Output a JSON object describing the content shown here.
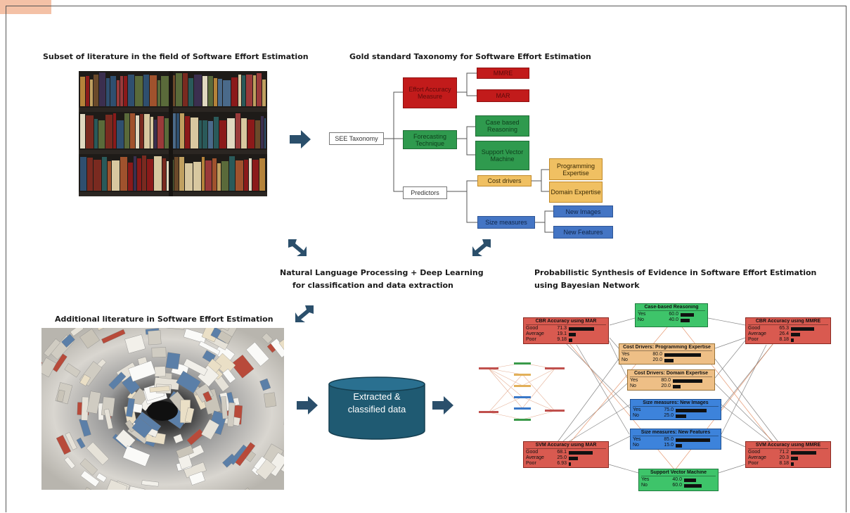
{
  "headings": {
    "subset": "Subset of literature in the field of Software Effort Estimation",
    "gold": "Gold standard Taxonomy for Software Effort Estimation",
    "nlp_line1": "Natural Language Processing + Deep Learning",
    "nlp_line2": "for classification and data extraction",
    "prob_line1": "Probabilistic Synthesis of Evidence in Software Effort Estimation",
    "prob_line2": "using Bayesian Network",
    "additional": "Additional literature in Software Effort Estimation"
  },
  "taxonomy": {
    "root": "SEE Taxonomy",
    "effort": "Effort Accuracy Measure",
    "mmre": "MMRE",
    "mar": "MAR",
    "forecasting": "Forecasting Technique",
    "cbr": "Case based Reasoning",
    "svm": "Support Vector Machine",
    "predictors": "Predictors",
    "cost_drivers": "Cost drivers",
    "programming": "Programming Expertise",
    "domain": "Domain Expertise",
    "size_measures": "Size measures",
    "new_images": "New Images",
    "new_features": "New Features"
  },
  "database": {
    "line1": "Extracted &",
    "line2": "classified data"
  },
  "bayes": {
    "cbr_mar": {
      "title": "CBR Accuracy using MAR",
      "rows": [
        {
          "label": "Good",
          "value": "71.3",
          "frac": 0.713
        },
        {
          "label": "Average",
          "value": "19.1",
          "frac": 0.191
        },
        {
          "label": "Poor",
          "value": "9.18",
          "frac": 0.0918
        }
      ]
    },
    "cbr_node": {
      "title": "Case-based Reasoning",
      "rows": [
        {
          "label": "Yes",
          "value": "60.0",
          "frac": 0.6
        },
        {
          "label": "No",
          "value": "40.0",
          "frac": 0.4
        }
      ]
    },
    "cbr_mmre": {
      "title": "CBR Accuracy using MMRE",
      "rows": [
        {
          "label": "Good",
          "value": "65.3",
          "frac": 0.653
        },
        {
          "label": "Average",
          "value": "26.4",
          "frac": 0.264
        },
        {
          "label": "Poor",
          "value": "8.18",
          "frac": 0.0818
        }
      ]
    },
    "cost_prog": {
      "title": "Cost Drivers: Programming Expertise",
      "rows": [
        {
          "label": "Yes",
          "value": "80.0",
          "frac": 0.8
        },
        {
          "label": "No",
          "value": "20.0",
          "frac": 0.2
        }
      ]
    },
    "cost_domain": {
      "title": "Cost Drivers: Domain Expertise",
      "rows": [
        {
          "label": "Yes",
          "value": "80.0",
          "frac": 0.8
        },
        {
          "label": "No",
          "value": "20.0",
          "frac": 0.2
        }
      ]
    },
    "size_images": {
      "title": "Size measures: New Images",
      "rows": [
        {
          "label": "Yes",
          "value": "75.0",
          "frac": 0.75
        },
        {
          "label": "No",
          "value": "25.0",
          "frac": 0.25
        }
      ]
    },
    "size_features": {
      "title": "Size measures: New Features",
      "rows": [
        {
          "label": "Yes",
          "value": "85.0",
          "frac": 0.85
        },
        {
          "label": "No",
          "value": "15.0",
          "frac": 0.15
        }
      ]
    },
    "svm_mar": {
      "title": "SVM Accuracy using MAR",
      "rows": [
        {
          "label": "Good",
          "value": "68.1",
          "frac": 0.681
        },
        {
          "label": "Average",
          "value": "25.0",
          "frac": 0.25
        },
        {
          "label": "Poor",
          "value": "6.93",
          "frac": 0.0693
        }
      ]
    },
    "svm_node": {
      "title": "Support Vector Machine",
      "rows": [
        {
          "label": "Yes",
          "value": "40.0",
          "frac": 0.4
        },
        {
          "label": "No",
          "value": "60.0",
          "frac": 0.6
        }
      ]
    },
    "svm_mmre": {
      "title": "SVM Accuracy using MMRE",
      "rows": [
        {
          "label": "Good",
          "value": "71.2",
          "frac": 0.712
        },
        {
          "label": "Average",
          "value": "20.3",
          "frac": 0.203
        },
        {
          "label": "Poor",
          "value": "8.18",
          "frac": 0.0818
        }
      ]
    }
  },
  "colors": {
    "arrow": "#2b4f6b",
    "cylinder": "#1f5a72",
    "taxonomy_red": "#c21b1b",
    "taxonomy_green": "#2f9a4e",
    "taxonomy_amber": "#f0c062",
    "taxonomy_blue": "#4475c4"
  }
}
